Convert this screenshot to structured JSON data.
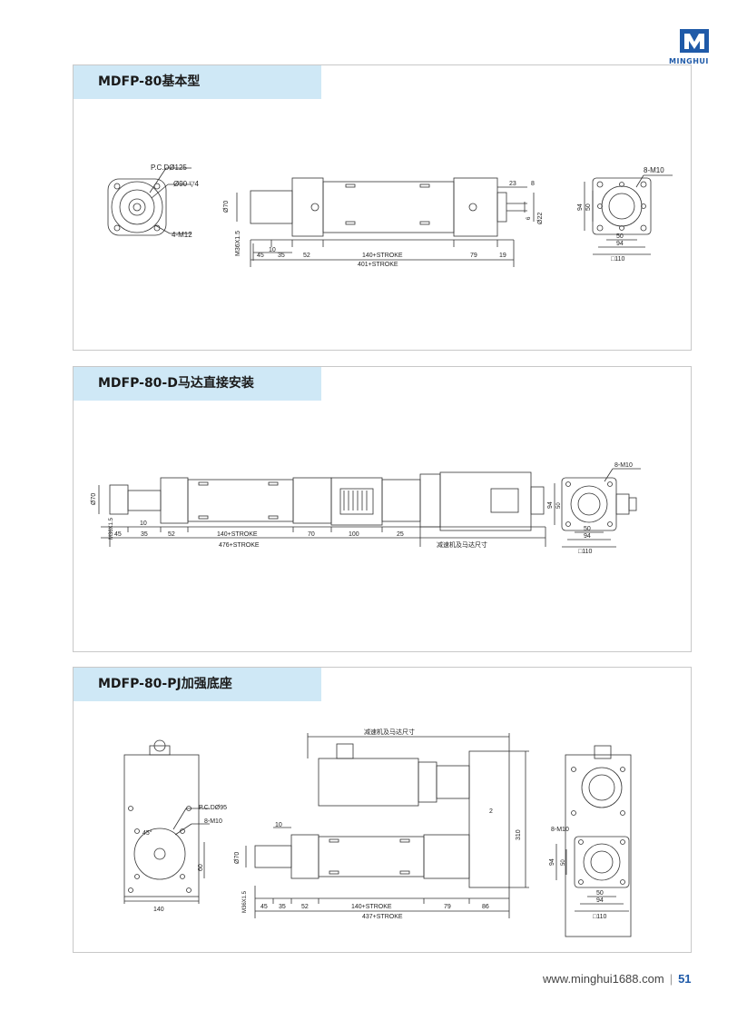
{
  "brand": {
    "name": "MINGHUI"
  },
  "panels": [
    {
      "title": "MDFP-80基本型",
      "labels": {
        "pcd": "P.C.DØ125",
        "bore": "Ø90 ▽4",
        "holes": "4-M12",
        "d70": "Ø70",
        "thread": "M36X1.5",
        "d10": "10",
        "d45": "45",
        "d35": "35",
        "d52": "52",
        "stroke": "140+STROKE",
        "d79": "79",
        "d19": "19",
        "total": "401+STROKE",
        "d23": "23",
        "d8": "8",
        "d6": "6",
        "d22": "Ø22",
        "m10": "8-M10",
        "d94v": "94",
        "d50v": "50",
        "d50h": "50",
        "d94h": "94",
        "sq": "□110"
      }
    },
    {
      "title": "MDFP-80-D马达直接安装",
      "labels": {
        "d70": "Ø70",
        "thread": "M36X1.5",
        "d10": "10",
        "d45": "45",
        "d35": "35",
        "d52": "52",
        "stroke": "140+STROKE",
        "d70h": "70",
        "d100": "100",
        "d25": "25",
        "total": "476+STROKE",
        "motor": "减速机及马达尺寸",
        "m10": "8-M10",
        "d94v": "94",
        "d50v": "50",
        "d50h": "50",
        "d94h": "94",
        "sq": "□110"
      }
    },
    {
      "title": "MDFP-80-PJ加强底座",
      "labels": {
        "pcd": "P.C.DØ95",
        "m10a": "8-M10",
        "ang": "45°",
        "d60": "60",
        "d140": "140",
        "motor": "减速机及马达尺寸",
        "d10": "10",
        "d2": "2",
        "d310": "310",
        "d70": "Ø70",
        "thread": "M36X1.5",
        "d45": "45",
        "d35": "35",
        "d52": "52",
        "stroke": "140+STROKE",
        "d79": "79",
        "d86": "86",
        "total": "437+STROKE",
        "m10": "8-M10",
        "d94v": "94",
        "d50v": "50",
        "d50h": "50",
        "d94h": "94",
        "sq": "□110"
      }
    }
  ],
  "footer": {
    "url": "www.minghui1688.com",
    "separator": "|",
    "page": "51"
  }
}
